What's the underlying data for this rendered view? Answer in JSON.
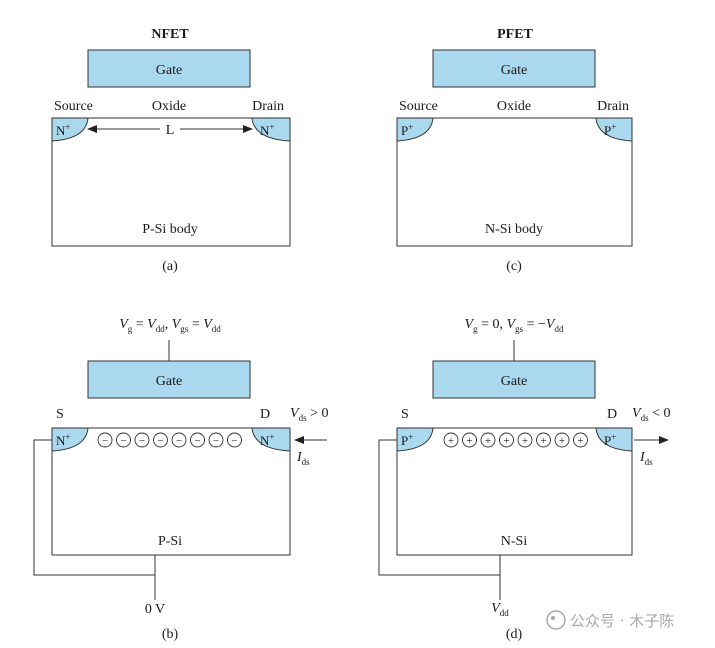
{
  "colors": {
    "gate_fill": "#a9d8ef",
    "outline": "#333333",
    "watermark": "#9a9a9a"
  },
  "panel_a": {
    "title": "NFET",
    "gate": "Gate",
    "source": "Source",
    "oxide": "Oxide",
    "drain": "Drain",
    "source_region": "N",
    "drain_region": "N",
    "length": "L",
    "body": "P-Si body",
    "caption": "(a)"
  },
  "panel_c": {
    "title": "PFET",
    "gate": "Gate",
    "source": "Source",
    "oxide": "Oxide",
    "drain": "Drain",
    "source_region": "P",
    "drain_region": "P",
    "body": "N-Si body",
    "caption": "(c)"
  },
  "panel_b": {
    "gate_bias": "V",
    "gate": "Gate",
    "source": "S",
    "drain": "D",
    "source_region": "N",
    "drain_region": "N",
    "vds_label": "V",
    "ids_label": "I",
    "charge_count": 8,
    "charge_symbol": "−",
    "body": "P-Si",
    "bottom_label": "0 V",
    "caption": "(b)"
  },
  "panel_d": {
    "gate_bias": "V",
    "gate": "Gate",
    "source": "S",
    "drain": "D",
    "source_region": "P",
    "drain_region": "P",
    "vds_label": "V",
    "ids_label": "I",
    "charge_count": 8,
    "charge_symbol": "+",
    "body": "N-Si",
    "bottom_label": "V",
    "caption": "(d)"
  },
  "watermark": {
    "text": "公众号 · 木子陈"
  }
}
